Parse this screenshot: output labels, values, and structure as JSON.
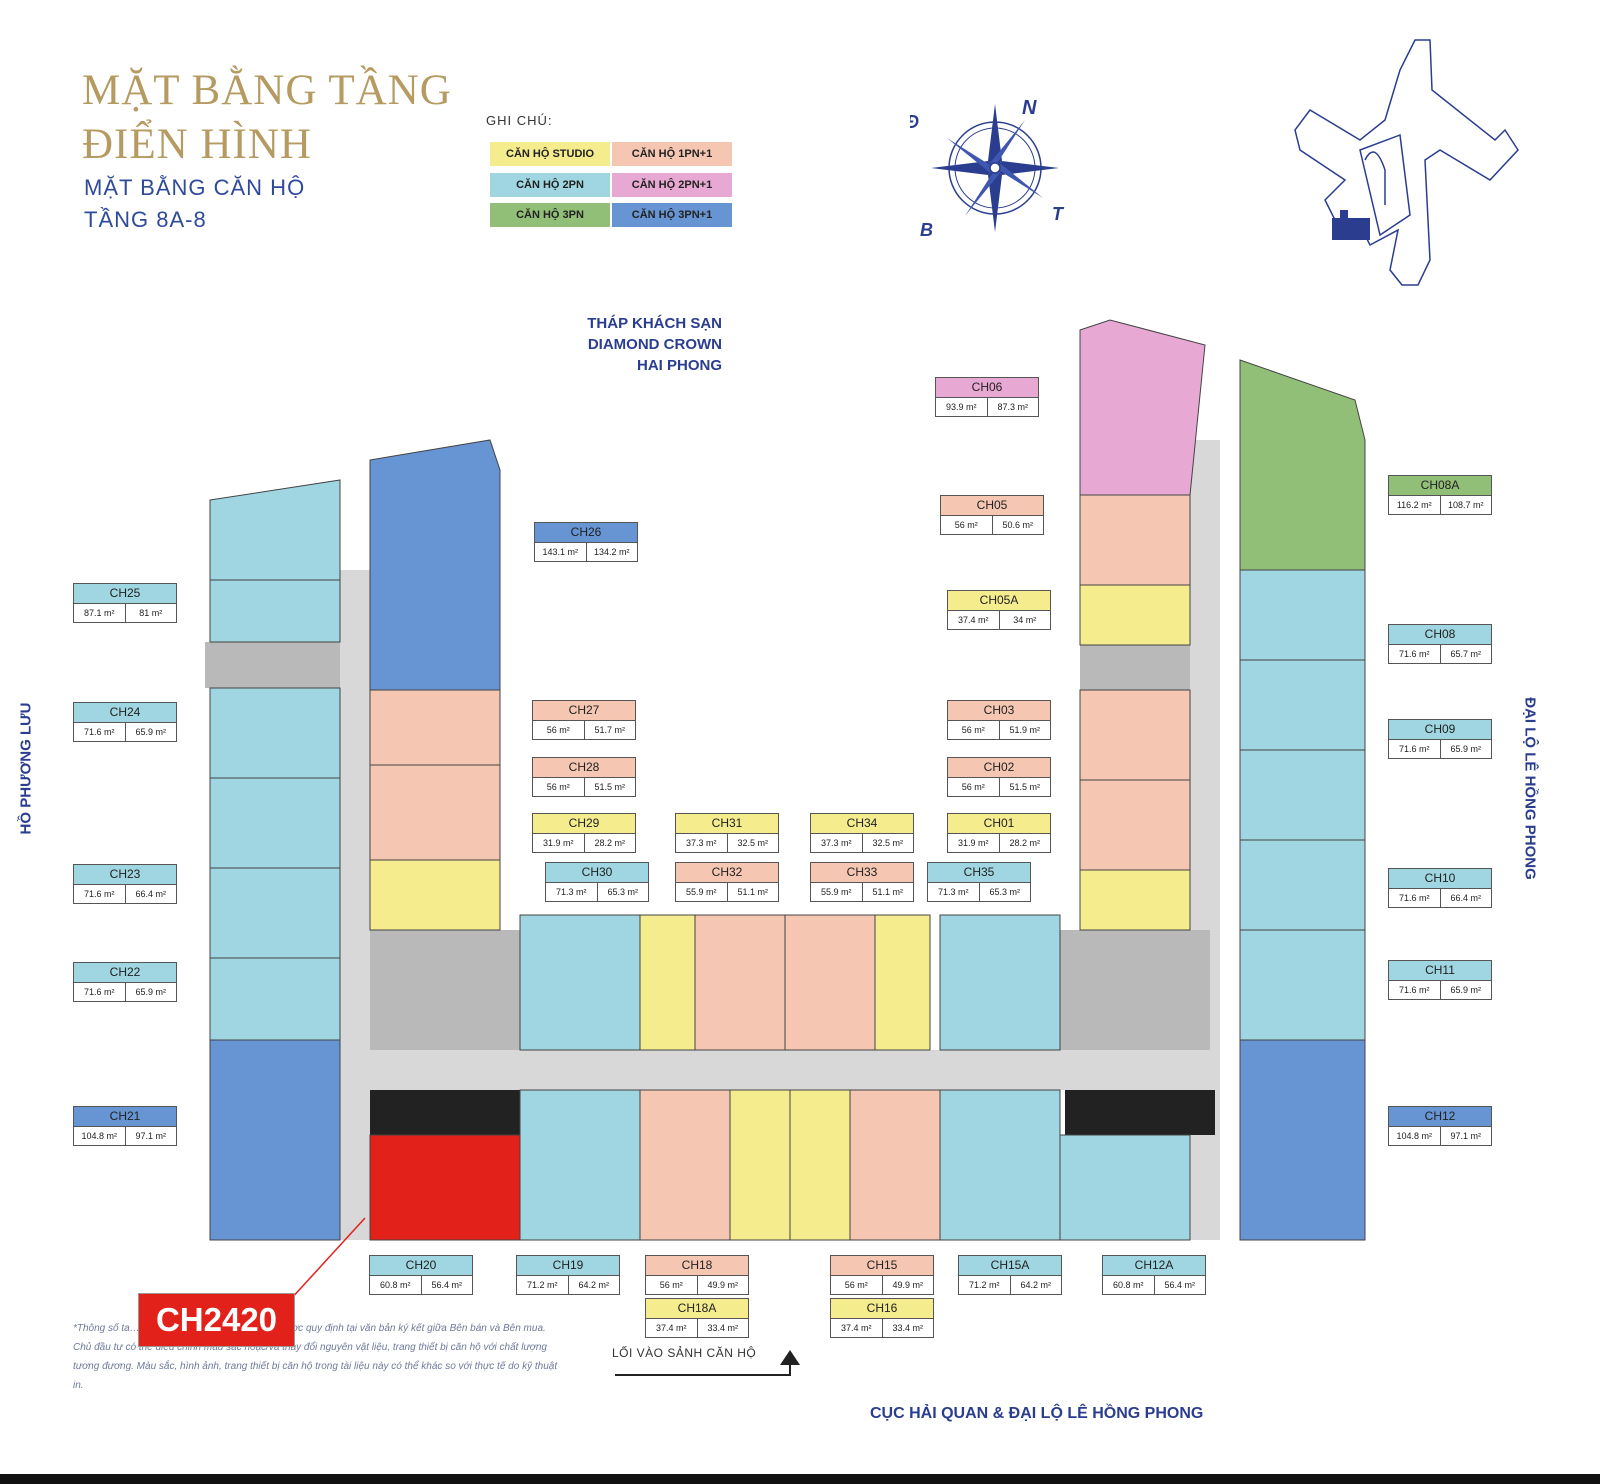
{
  "title": {
    "line1": "MẶT BẰNG TẦNG",
    "line2": "ĐIỂN HÌNH",
    "sub1": "MẶT BẰNG CĂN HỘ",
    "sub2": "TẦNG 8A-8"
  },
  "legend": {
    "title": "GHI CHÚ:",
    "items": [
      {
        "label": "CĂN HỘ STUDIO",
        "color": "#f5ec8e"
      },
      {
        "label": "CĂN HỘ 1PN+1",
        "color": "#f5c6b2"
      },
      {
        "label": "CĂN HỘ 2PN",
        "color": "#9fd6e1"
      },
      {
        "label": "CĂN HỘ 2PN+1",
        "color": "#e8a8d4"
      },
      {
        "label": "CĂN HỘ 3PN",
        "color": "#92bf78"
      },
      {
        "label": "CĂN HỘ 3PN+1",
        "color": "#6794d3"
      }
    ]
  },
  "compass": {
    "n": "N",
    "d": "Đ",
    "b": "B",
    "t": "T"
  },
  "labels": {
    "hotel": [
      "THÁP KHÁCH SẠN",
      "DIAMOND CROWN",
      "HAI PHONG"
    ],
    "left_side": "HỒ PHƯƠNG LƯU",
    "right_side": "ĐẠI LỘ LÊ HỒNG PHONG",
    "bottom": "CỤC HẢI QUAN & ĐẠI LỘ LÊ HỒNG PHONG",
    "entry": "LỐI VÀO SẢNH CĂN HỘ"
  },
  "highlight": {
    "label": "CH2420",
    "color": "#e3211b"
  },
  "note": "*Thông số ta… chính thức của từng căn hộ sẽ được quy định tại văn bản ký kết giữa Bên bán và Bên mua. Chủ đầu tư có thể điều chỉnh màu sắc hoặc/và thay đổi nguyên vật liệu, trang thiết bị căn hộ với chất lượng tương đương. Màu sắc, hình ảnh, trang thiết bị căn hộ trong tài liệu này có thể khác so với thực tế do kỹ thuật in.",
  "units": [
    {
      "name": "CH06",
      "a1": "93.9 m²",
      "a2": "87.3 m²",
      "color": "#e8a8d4"
    },
    {
      "name": "CH26",
      "a1": "143.1 m²",
      "a2": "134.2 m²",
      "color": "#6794d3"
    },
    {
      "name": "CH25",
      "a1": "87.1 m²",
      "a2": "81 m²",
      "color": "#9fd6e1"
    },
    {
      "name": "CH05",
      "a1": "56 m²",
      "a2": "50.6 m²",
      "color": "#f5c6b2"
    },
    {
      "name": "CH08A",
      "a1": "116.2 m²",
      "a2": "108.7 m²",
      "color": "#92bf78"
    },
    {
      "name": "CH05A",
      "a1": "37.4 m²",
      "a2": "34 m²",
      "color": "#f5ec8e"
    },
    {
      "name": "CH08",
      "a1": "71.6 m²",
      "a2": "65.7 m²",
      "color": "#9fd6e1"
    },
    {
      "name": "CH24",
      "a1": "71.6 m²",
      "a2": "65.9 m²",
      "color": "#9fd6e1"
    },
    {
      "name": "CH27",
      "a1": "56 m²",
      "a2": "51.7 m²",
      "color": "#f5c6b2"
    },
    {
      "name": "CH03",
      "a1": "56 m²",
      "a2": "51.9 m²",
      "color": "#f5c6b2"
    },
    {
      "name": "CH09",
      "a1": "71.6 m²",
      "a2": "65.9 m²",
      "color": "#9fd6e1"
    },
    {
      "name": "CH28",
      "a1": "56 m²",
      "a2": "51.5 m²",
      "color": "#f5c6b2"
    },
    {
      "name": "CH02",
      "a1": "56 m²",
      "a2": "51.5 m²",
      "color": "#f5c6b2"
    },
    {
      "name": "CH29",
      "a1": "31.9 m²",
      "a2": "28.2 m²",
      "color": "#f5ec8e"
    },
    {
      "name": "CH31",
      "a1": "37.3 m²",
      "a2": "32.5 m²",
      "color": "#f5ec8e"
    },
    {
      "name": "CH34",
      "a1": "37.3 m²",
      "a2": "32.5 m²",
      "color": "#f5ec8e"
    },
    {
      "name": "CH01",
      "a1": "31.9 m²",
      "a2": "28.2 m²",
      "color": "#f5ec8e"
    },
    {
      "name": "CH23",
      "a1": "71.6 m²",
      "a2": "66.4 m²",
      "color": "#9fd6e1"
    },
    {
      "name": "CH30",
      "a1": "71.3 m²",
      "a2": "65.3 m²",
      "color": "#9fd6e1"
    },
    {
      "name": "CH32",
      "a1": "55.9 m²",
      "a2": "51.1 m²",
      "color": "#f5c6b2"
    },
    {
      "name": "CH33",
      "a1": "55.9 m²",
      "a2": "51.1 m²",
      "color": "#f5c6b2"
    },
    {
      "name": "CH35",
      "a1": "71.3 m²",
      "a2": "65.3 m²",
      "color": "#9fd6e1"
    },
    {
      "name": "CH10",
      "a1": "71.6 m²",
      "a2": "66.4 m²",
      "color": "#9fd6e1"
    },
    {
      "name": "CH22",
      "a1": "71.6 m²",
      "a2": "65.9 m²",
      "color": "#9fd6e1"
    },
    {
      "name": "CH11",
      "a1": "71.6 m²",
      "a2": "65.9 m²",
      "color": "#9fd6e1"
    },
    {
      "name": "CH21",
      "a1": "104.8 m²",
      "a2": "97.1 m²",
      "color": "#6794d3"
    },
    {
      "name": "CH12",
      "a1": "104.8 m²",
      "a2": "97.1 m²",
      "color": "#6794d3"
    },
    {
      "name": "CH20",
      "a1": "60.8 m²",
      "a2": "56.4 m²",
      "color": "#9fd6e1"
    },
    {
      "name": "CH19",
      "a1": "71.2 m²",
      "a2": "64.2 m²",
      "color": "#9fd6e1"
    },
    {
      "name": "CH18",
      "a1": "56 m²",
      "a2": "49.9 m²",
      "color": "#f5c6b2"
    },
    {
      "name": "CH15",
      "a1": "56 m²",
      "a2": "49.9 m²",
      "color": "#f5c6b2"
    },
    {
      "name": "CH15A",
      "a1": "71.2 m²",
      "a2": "64.2 m²",
      "color": "#9fd6e1"
    },
    {
      "name": "CH12A",
      "a1": "60.8 m²",
      "a2": "56.4 m²",
      "color": "#9fd6e1"
    },
    {
      "name": "CH18A",
      "a1": "37.4 m²",
      "a2": "33.4 m²",
      "color": "#f5ec8e"
    },
    {
      "name": "CH16",
      "a1": "37.4 m²",
      "a2": "33.4 m²",
      "color": "#f5ec8e"
    }
  ]
}
